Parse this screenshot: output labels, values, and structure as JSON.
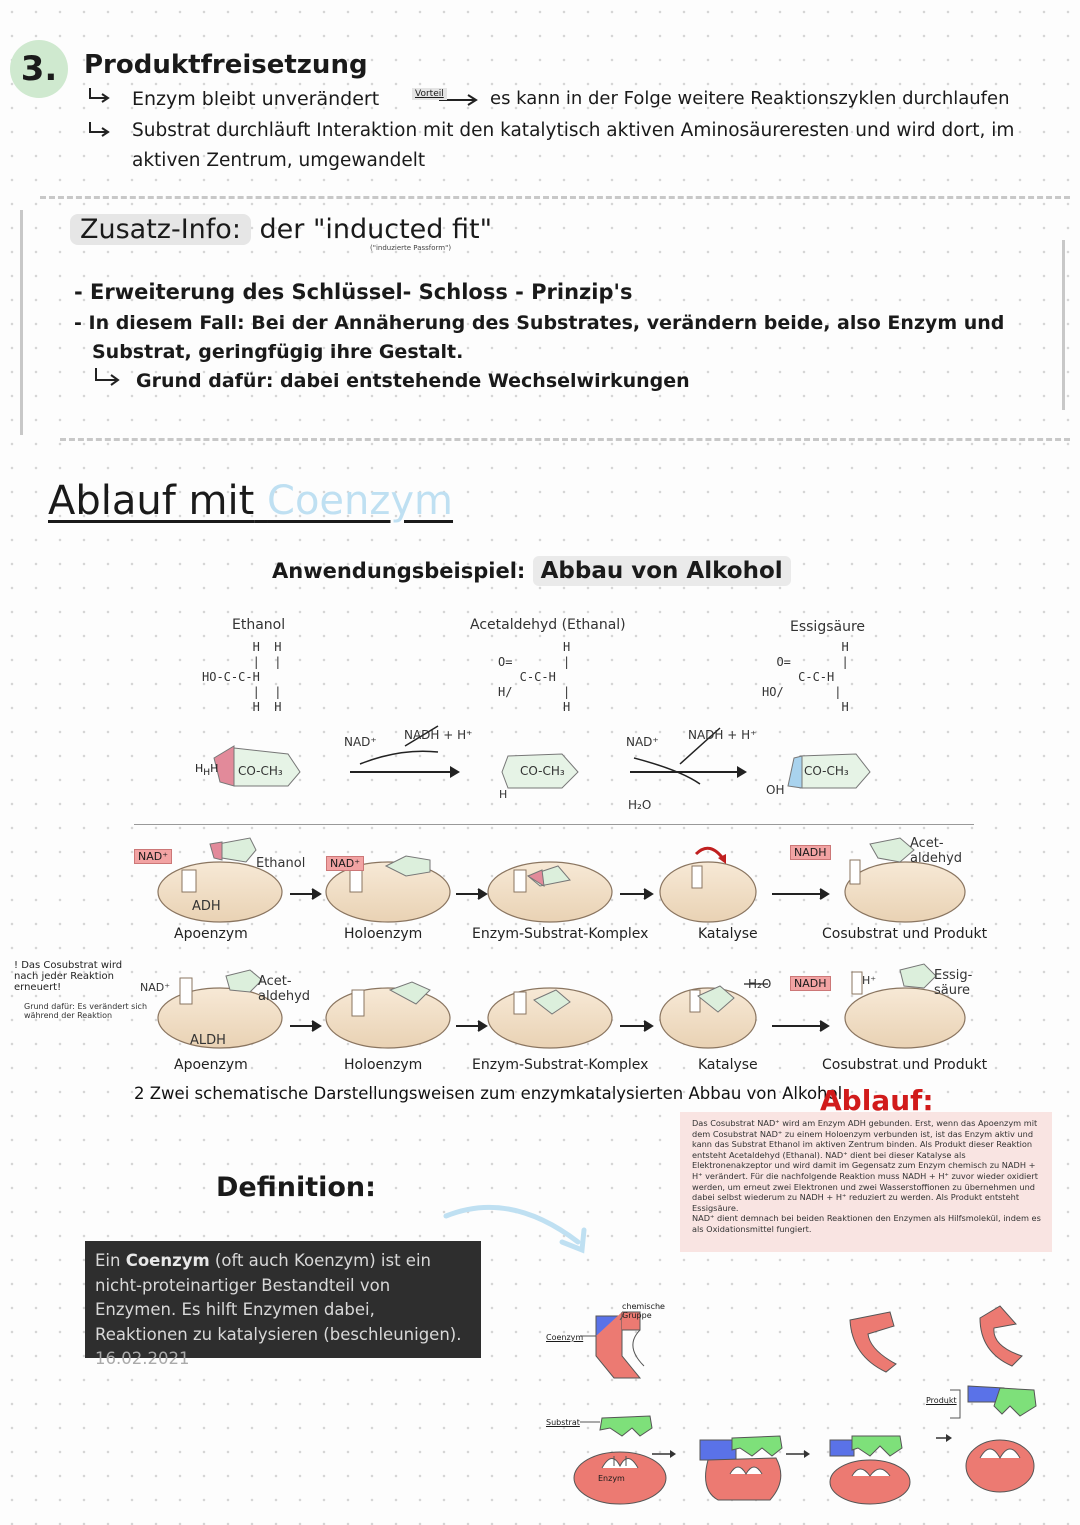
{
  "section3": {
    "number": "3.",
    "title": "Produktfreisetzung",
    "line1": "Enzym bleibt unverändert",
    "vorteil_label": "Vorteil",
    "line1_b": "es kann in der Folge weitere Reaktionszyklen durchlaufen",
    "line2": "Substrat durchläuft Interaktion mit den katalytisch aktiven Aminosäureresten und wird dort, im",
    "line3": "aktiven Zentrum, umgewandelt"
  },
  "zusatz": {
    "title_prefix": "Zusatz-Info:",
    "title_rest": "der \"inducted fit\"",
    "subnote": "(\"induzierte Passform\")",
    "bullet1": "- Erweiterung des Schlüssel- Schloss - Prinzip's",
    "bullet2a": "- In diesem Fall: Bei der Annäherung des Substrates, verändern beide, also Enzym und",
    "bullet2b": "Substrat, geringfügig ihre Gestalt.",
    "bullet3": "Grund dafür: dabei entstehende Wechselwirkungen"
  },
  "ablauf_heading": {
    "part1": "Ablauf mit",
    "part2": "Coenzym",
    "example_prefix": "Anwendungsbeispiel:",
    "example": "Abbau von Alkohol"
  },
  "figure": {
    "ethanol": "Ethanol",
    "acetaldehyd_ethanal": "Acetaldehyd (Ethanal)",
    "essigsaeure": "Essigsäure",
    "nad": "NAD⁺",
    "nadh_h": "NADH + H⁺",
    "h2o": "H₂O",
    "co_ch3": "CO-CH₃",
    "oh": "OH",
    "h": "H",
    "row1": {
      "nad_tag": "NAD⁺",
      "ethanol_tag": "Ethanol",
      "nad_tag2": "NAD⁺",
      "enzyme": "ADH",
      "nadh_tag": "NADH",
      "product": "Acet-\naldehyd",
      "labels": [
        "Apoenzym",
        "Holoenzym",
        "Enzym-Substrat-Komplex",
        "Katalyse",
        "Cosubstrat und Produkt"
      ]
    },
    "row2": {
      "nad_tag": "NAD⁺",
      "substrate": "Acet-\naldehyd",
      "enzyme": "ALDH",
      "h2o": "H₂O",
      "nadh_tag": "NADH",
      "h_plus": "H⁺",
      "product": "Essig-\nsäure",
      "labels": [
        "Apoenzym",
        "Holoenzym",
        "Enzym-Substrat-Komplex",
        "Katalyse",
        "Cosubstrat und Produkt"
      ]
    },
    "side_note": "! Das Cosubstrat wird nach jeder Reaktion erneuert!",
    "side_note2": "Grund dafür: Es verändert sich während der Reaktion",
    "caption": "2 Zwei schematische Darstellungsweisen zum enzymkatalysierten Abbau von Alkohol"
  },
  "ablauf_box": {
    "title": "Ablauf:",
    "text": "Das Cosubstrat NAD⁺ wird am Enzym ADH gebunden. Erst, wenn das Apoenzym mit dem Cosubstrat NAD⁺ zu einem Holoenzym verbunden ist, ist das Enzym aktiv und kann das Substrat Ethanol im aktiven Zentrum binden. Als Produkt dieser Reaktion entsteht Acetaldehyd (Ethanal). NAD⁺ dient bei dieser Katalyse als Elektronenakzeptor und wird damit im Gegensatz zum Enzym chemisch zu NADH + H⁺ verändert. Für die nachfolgende Reaktion muss NADH + H⁺ zuvor wieder oxidiert werden, um erneut zwei Elektronen und zwei Wasserstoffionen zu übernehmen und dabei selbst wiederum zu NADH + H⁺ reduziert zu werden. Als Produkt entsteht Essigsäure.",
    "text2": "NAD⁺ dient demnach bei beiden Reaktionen den Enzymen als Hilfsmolekül, indem es als Oxidationsmittel fungiert."
  },
  "definition": {
    "title": "Definition:",
    "term": "Coenzym",
    "text_pre": "Ein",
    "text_post": "(oft auch Koenzym) ist ein nicht-proteinartiger Bestandteil von Enzymen. Es hilft Enzymen dabei, Reaktionen zu katalysieren (beschleunigen).",
    "date": "16.02.2021"
  },
  "schema": {
    "coenzym": "Coenzym",
    "chem_gruppe": "chemische Gruppe",
    "substrat": "Substrat",
    "enzym": "Enzym",
    "produkt": "Produkt"
  },
  "colors": {
    "accent_green": "#cfe9cf",
    "coenzym_blue": "#bfe0f2",
    "ablauf_red": "#d11b1b",
    "box_pink": "#f9e4e2",
    "enzyme_red": "#ec7a72",
    "substrate_green": "#7ee07a",
    "group_blue": "#5a72e8"
  }
}
